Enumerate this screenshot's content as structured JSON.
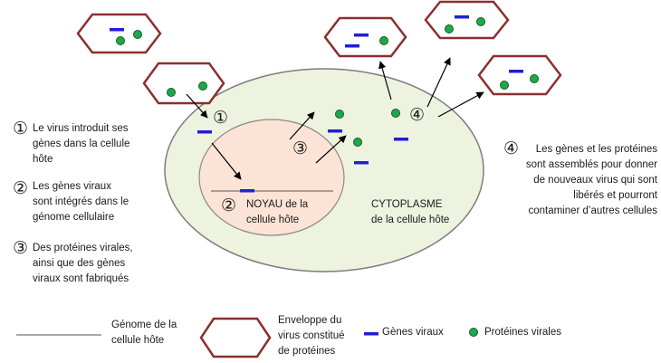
{
  "colors": {
    "virus_outline": "#8b2f2f",
    "viral_gene": "#1f1fd6",
    "viral_protein": "#1fa84a",
    "cytoplasm_fill": "#eef3df",
    "nucleus_fill": "#fbe4d5",
    "arrow": "#000000"
  },
  "icons": {
    "virus": "hexagon-envelope-icon",
    "gene": "blue-bar-icon",
    "protein": "green-dot-icon",
    "step_marker": "circled-number"
  },
  "steps": [
    {
      "marker": "①",
      "text": "Le virus introduit ses\ngènes dans la cellule\nhôte"
    },
    {
      "marker": "②",
      "text": "Les gènes viraux\nsont intégrés dans le\ngénome cellulaire"
    },
    {
      "marker": "③",
      "text": "Des protéines virales,\nainsi que des gènes\nviraux sont fabriqués"
    },
    {
      "marker": "④",
      "text": "Les gènes et les protéines\nsont assemblés pour donner\nde nouveaux virus qui sont\nlibérés et pourront\ncontaminer d’autres cellules"
    }
  ],
  "labels": {
    "nucleus": "NOYAU de la\ncellule hôte",
    "cytoplasm": "CYTOPLASME\nde la cellule hôte"
  },
  "legend": {
    "genome": "Génome de la\ncellule hôte",
    "envelope": "Enveloppe du\nvirus constitué\nde protéines",
    "genes": "Gènes viraux",
    "proteins": "Protéines virales"
  }
}
